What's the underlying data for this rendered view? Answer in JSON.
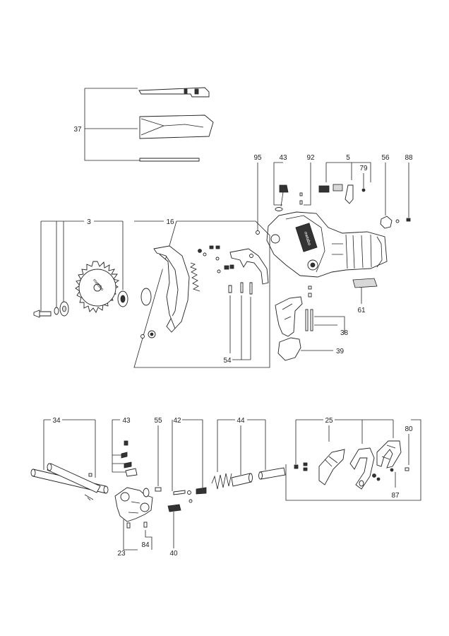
{
  "diagram": {
    "callouts": {
      "n37": "37",
      "n95": "95",
      "n43a": "43",
      "n92": "92",
      "n5": "5",
      "n79": "79",
      "n56": "56",
      "n88": "88",
      "n3": "3",
      "n16": "16",
      "n61": "61",
      "n38": "38",
      "n39": "39",
      "n54": "54",
      "n34": "34",
      "n43b": "43",
      "n55": "55",
      "n42": "42",
      "n44": "44",
      "n25": "25",
      "n80": "80",
      "n87": "87",
      "n23": "23",
      "n84": "84",
      "n40": "40"
    },
    "blade_brand_text": "metabo",
    "housing_brand_text": "metabo"
  }
}
